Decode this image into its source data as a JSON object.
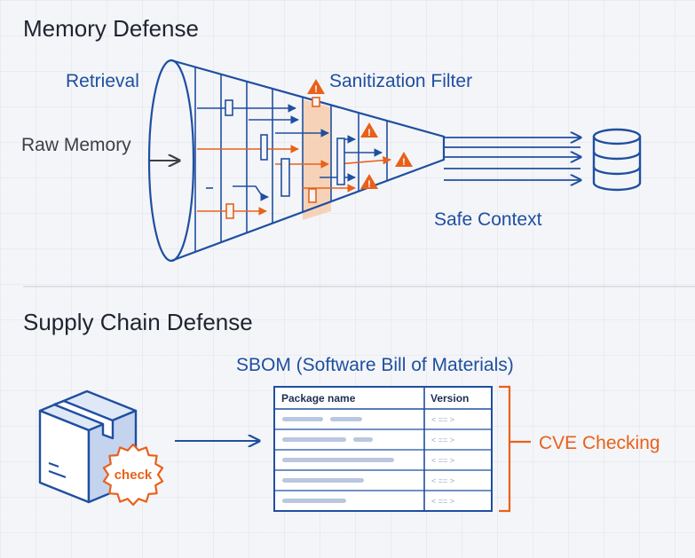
{
  "memory": {
    "title": "Memory Defense",
    "retrieval_label": "Retrieval",
    "raw_memory_label": "Raw Memory",
    "sanitization_label": "Sanitization Filter",
    "safe_context_label": "Safe Context"
  },
  "supply": {
    "title": "Supply Chain Defense",
    "sbom_title": "SBOM (Software Bill of Materials)",
    "badge_text": "check",
    "cve_label": "CVE Checking",
    "table": {
      "headers": [
        "Package name",
        "Version"
      ],
      "version_placeholder": "< == >"
    }
  },
  "colors": {
    "blue": "#1f4fa0",
    "orange": "#e8611a",
    "gray_text": "#3b3f47",
    "placeholder_bar": "#b9c7e0"
  }
}
